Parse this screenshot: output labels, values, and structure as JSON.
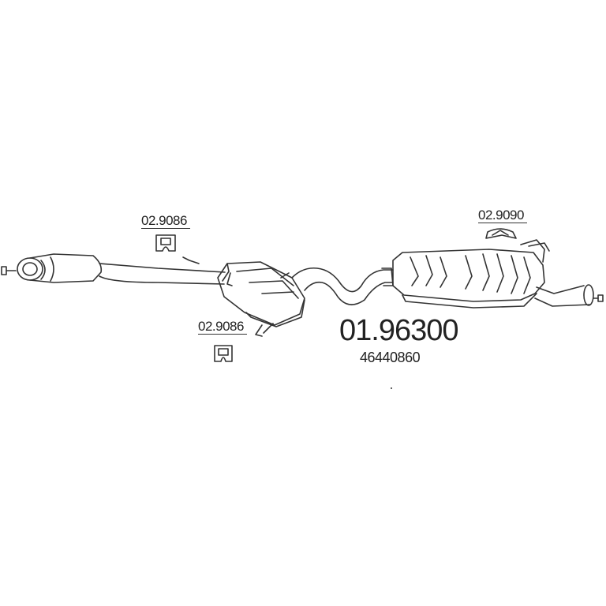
{
  "parts": {
    "hanger_front": "02.9086",
    "hanger_middle": "02.9086",
    "hanger_rear": "02.9090",
    "main_part_number": "01.96300",
    "oem_number": "46440860"
  },
  "colors": {
    "line": "#333333",
    "background": "#ffffff"
  }
}
